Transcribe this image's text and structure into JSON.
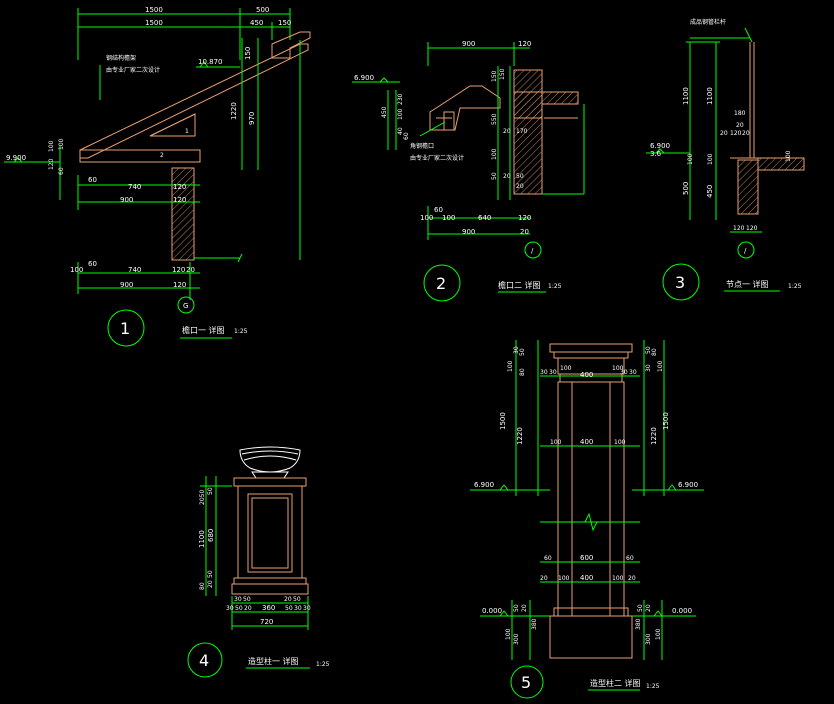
{
  "detail1": {
    "dims_top": [
      "1500",
      "500",
      "1500",
      "450",
      "150"
    ],
    "elevation": "10.870",
    "elevation_left": "9.900",
    "note_line1": "钢结构檐架",
    "note_line2": "由专业厂家二次设计",
    "dims_vertical": [
      "150",
      "1220",
      "970",
      "100",
      "100",
      "120",
      "60"
    ],
    "dims_upper_row1": [
      "60",
      "740",
      "120"
    ],
    "dims_upper_row2": [
      "900",
      "120"
    ],
    "dims_lower_row1": [
      "100",
      "60",
      "740",
      "120",
      "20"
    ],
    "dims_lower_row2": [
      "900",
      "120"
    ],
    "slope_labels": [
      "1",
      "2"
    ],
    "axis_label": "G",
    "number": "1",
    "title": "檐口一 详图",
    "scale": "1:25"
  },
  "detail2": {
    "dims_top": [
      "900",
      "120"
    ],
    "elevation": "6.900",
    "dims_left": [
      "450",
      "100",
      "230",
      "40",
      "60"
    ],
    "dims_mid": [
      "150",
      "150",
      "550",
      "20",
      "170",
      "100",
      "50",
      "20",
      "50",
      "20"
    ],
    "note_line1": "角钢檐口",
    "note_line2": "由专业厂家二次设计",
    "dims_bottom_row1": [
      "60",
      "100",
      "100",
      "640",
      "120"
    ],
    "dims_bottom_row2": [
      "900",
      "20"
    ],
    "axis_label": "/",
    "number": "2",
    "title": "檐口二 详图",
    "scale": "1:25"
  },
  "detail3": {
    "note": "成品钢管栏杆",
    "elevation": "6.900",
    "elevation_sub": "3.6",
    "dims_vertical": [
      "1100",
      "1100",
      "100",
      "500",
      "450",
      "100",
      "100"
    ],
    "dims_inner": [
      "180",
      "20",
      "20",
      "120",
      "20"
    ],
    "dims_bottom": [
      "120",
      "120"
    ],
    "axis_label": "/",
    "number": "3",
    "title": "节点一 详图",
    "scale": "1:25"
  },
  "detail4": {
    "dims_vertical": [
      "2050",
      "50",
      "1100",
      "680",
      "50",
      "20",
      "80"
    ],
    "dims_bottom_row1": [
      "30",
      "50",
      "20",
      "50"
    ],
    "dims_bottom_row2": [
      "30",
      "50",
      "20",
      "360",
      "50",
      "30",
      "30"
    ],
    "dims_bottom_row3": [
      "720"
    ],
    "number": "4",
    "title": "造型柱一 详图",
    "scale": "1:25"
  },
  "detail5": {
    "dims_top_left": [
      "100",
      "30",
      "50",
      "80"
    ],
    "dims_top_right": [
      "50",
      "80",
      "30",
      "100"
    ],
    "dims_row_top": [
      "30",
      "30",
      "100",
      "400",
      "100",
      "30",
      "30"
    ],
    "dims_row_mid": [
      "100",
      "400",
      "100"
    ],
    "dims_vertical_left": [
      "1500",
      "1220"
    ],
    "dims_vertical_right": [
      "1500",
      "1220"
    ],
    "elevation_left": "6.900",
    "elevation_right": "6.900",
    "dims_row_lower1": [
      "60",
      "600",
      "60"
    ],
    "dims_row_lower2": [
      "20",
      "100",
      "400",
      "100",
      "20"
    ],
    "elevation_bottom_left": "0.000",
    "elevation_bottom_right": "0.000",
    "dims_base_left": [
      "50",
      "20",
      "380",
      "300",
      "100"
    ],
    "dims_base_right": [
      "50",
      "20",
      "380",
      "300",
      "100"
    ],
    "number": "5",
    "title": "造型柱二 详图",
    "scale": "1:25"
  }
}
